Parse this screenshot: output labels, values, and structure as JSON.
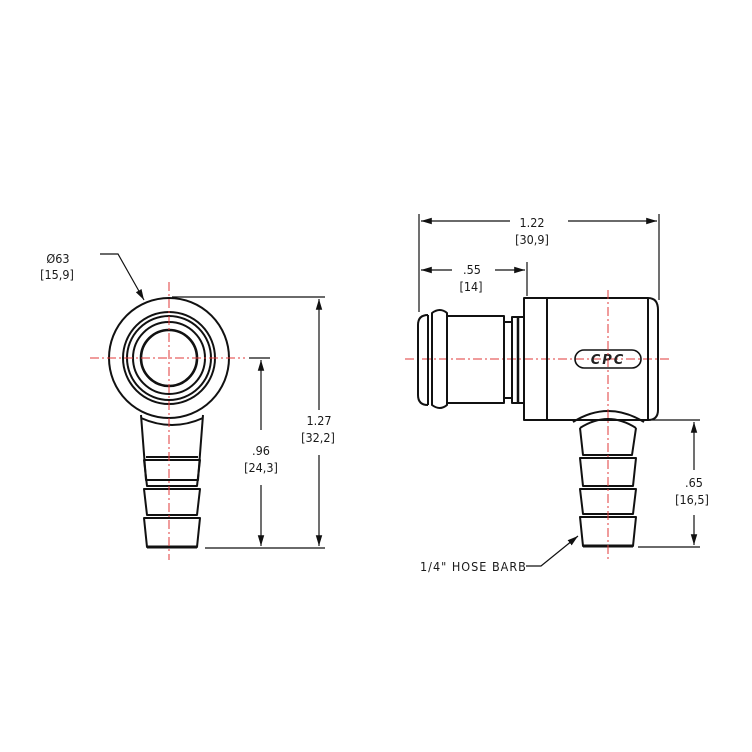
{
  "drawing": {
    "left_view": {
      "diameter_label": "Ø63",
      "diameter_metric": "[15,9]",
      "height_total": "1.27",
      "height_total_metric": "[32,2]",
      "height_center": ".96",
      "height_center_metric": "[24,3]"
    },
    "right_view": {
      "overall_length": "1.22",
      "overall_length_metric": "[30,9]",
      "shank_length": ".55",
      "shank_length_metric": "[14]",
      "barb_height": ".65",
      "barb_height_metric": "[16,5]",
      "barb_callout": "1/4\" HOSE BARB",
      "logo_text": "CPC"
    },
    "colors": {
      "line": "#111111",
      "centerline": "#e03a3a",
      "background": "#ffffff"
    }
  }
}
